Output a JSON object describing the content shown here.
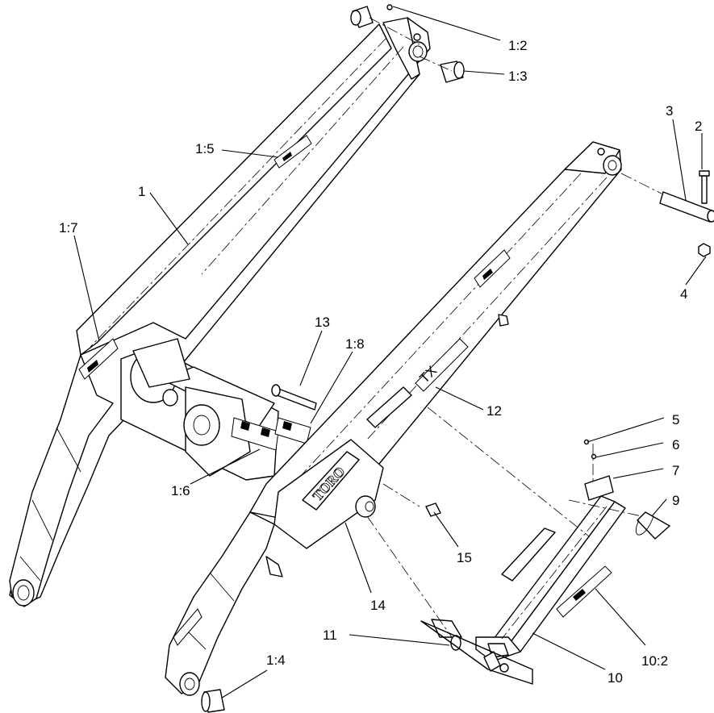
{
  "figure": {
    "callouts": [
      {
        "id": "c-1-2",
        "text": "1:2"
      },
      {
        "id": "c-1-3",
        "text": "1:3"
      },
      {
        "id": "c-1-5",
        "text": "1:5"
      },
      {
        "id": "c-1",
        "text": "1"
      },
      {
        "id": "c-1-7",
        "text": "1:7"
      },
      {
        "id": "c-3",
        "text": "3"
      },
      {
        "id": "c-2",
        "text": "2"
      },
      {
        "id": "c-4",
        "text": "4"
      },
      {
        "id": "c-13",
        "text": "13"
      },
      {
        "id": "c-1-8",
        "text": "1:8"
      },
      {
        "id": "c-12",
        "text": "12"
      },
      {
        "id": "c-1-6",
        "text": "1:6"
      },
      {
        "id": "c-5",
        "text": "5"
      },
      {
        "id": "c-6",
        "text": "6"
      },
      {
        "id": "c-7",
        "text": "7"
      },
      {
        "id": "c-9",
        "text": "9"
      },
      {
        "id": "c-15",
        "text": "15"
      },
      {
        "id": "c-14",
        "text": "14"
      },
      {
        "id": "c-11",
        "text": "11"
      },
      {
        "id": "c-10-2",
        "text": "10:2"
      },
      {
        "id": "c-10",
        "text": "10"
      },
      {
        "id": "c-1-4",
        "text": "1:4"
      }
    ],
    "decals": {
      "brand_logo": "TORO",
      "model_decal": "TX"
    }
  }
}
